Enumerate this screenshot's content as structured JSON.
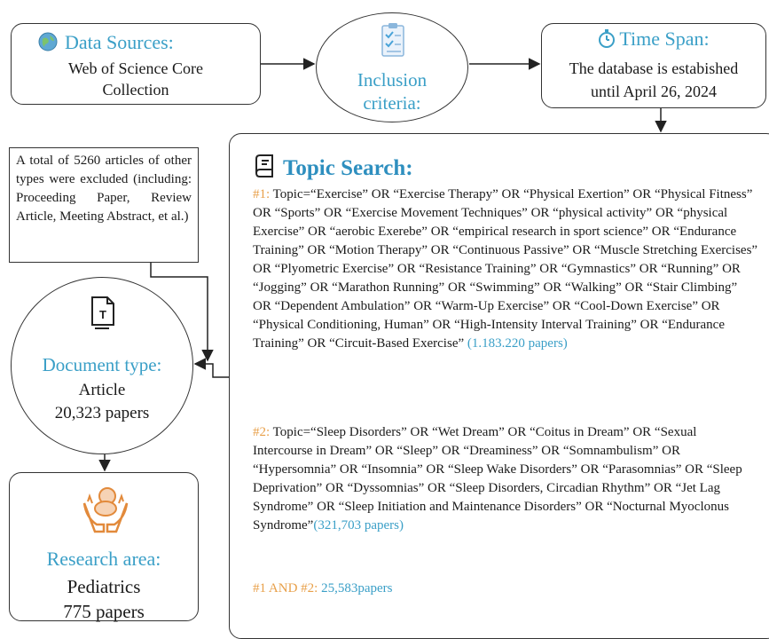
{
  "data_sources": {
    "title": "Data Sources:",
    "line1": "Web of Science Core",
    "line2": "Collection"
  },
  "inclusion": {
    "line1": "Inclusion",
    "line2": "criteria:"
  },
  "time_span": {
    "title": "Time Span:",
    "line1": "The database is estabished",
    "line2": "until April 26, 2024"
  },
  "excluded": {
    "text": "A total of 5260 articles of other types were excluded (including: Proceeding Paper, Review Article, Meeting Abstract, et al.)"
  },
  "document_type": {
    "title": "Document type:",
    "line1": "Article",
    "line2": "20,323 papers"
  },
  "research_area": {
    "title": "Research area:",
    "line1": "Pediatrics",
    "line2": "775 papers"
  },
  "topic_search": {
    "title": "Topic Search:",
    "q1_label": "#1:",
    "q1_text": "Topic=“Exercise” OR “Exercise Therapy” OR “Physical Exertion” OR “Physical Fitness” OR “Sports” OR “Exercise Movement Techniques” OR “physical activity” OR “physical Exercise” OR “aerobic Exerebe” OR “empirical research in sport science” OR “Endurance Training” OR “Motion Therapy” OR “Continuous Passive” OR “Muscle Stretching Exercises” OR “Plyometric Exercise” OR “Resistance Training” OR “Gymnastics” OR “Running” OR “Jogging” OR “Marathon Running” OR “Swimming” OR “Walking” OR “Stair Climbing” OR “Dependent Ambulation” OR “Warm-Up Exercise” OR “Cool-Down Exercise” OR “Physical Conditioning, Human” OR “High-Intensity Interval Training” OR “Endurance Training” OR “Circuit-Based Exercise”",
    "q1_count": "(1.183.220 papers)",
    "q2_label": "#2:",
    "q2_text": "Topic=“Sleep Disorders” OR “Wet Dream” OR “Coitus in Dream” OR “Sexual Intercourse in Dream” OR “Sleep” OR “Dreaminess” OR “Somnambulism” OR “Hypersomnia” OR “Insomnia” OR “Sleep Wake Disorders” OR “Parasomnias” OR “Sleep Deprivation” OR “Dyssomnias” OR “Sleep Disorders, Circadian Rhythm” OR “Jet Lag Syndrome” OR “Sleep Initiation and Maintenance Disorders” OR “Nocturnal Myoclonus Syndrome”",
    "q2_count": "(321,703 papers)",
    "combined_label": "#1 AND #2:",
    "combined_count": "25,583papers"
  },
  "colors": {
    "accent_teal": "#3a9fc7",
    "accent_orange": "#e8a04a",
    "border": "#333333"
  },
  "icons": [
    "globe-icon",
    "checklist-icon",
    "stopwatch-icon",
    "notebook-icon",
    "document-icon",
    "baby-hands-icon"
  ]
}
